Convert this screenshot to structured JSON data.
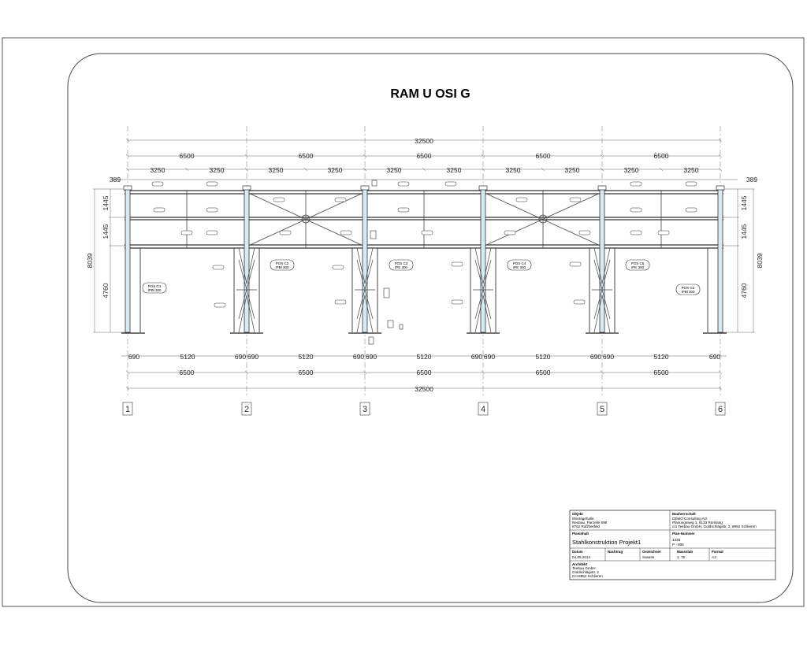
{
  "title": "RAM U OSI G",
  "axes": [
    "1",
    "2",
    "3",
    "4",
    "5",
    "6"
  ],
  "dimensions": {
    "total": "32500",
    "bays": [
      "6500",
      "6500",
      "6500",
      "6500",
      "6500"
    ],
    "halves": [
      "3250",
      "3250",
      "3250",
      "3250",
      "3250",
      "3250",
      "3250",
      "3250",
      "3250",
      "3250"
    ],
    "left_offset": "389",
    "right_offset": "389",
    "row_left": [
      "1445",
      "1445"
    ],
    "row_right": [
      "1445",
      "1445"
    ],
    "height_total_left": "8039",
    "height_total_right": "8039",
    "height_lower_left": "4760",
    "height_lower_right": "4760",
    "bottom_segments": [
      "690",
      "5120",
      "690",
      "690",
      "5120",
      "690",
      "690",
      "5120",
      "690",
      "690",
      "5120",
      "690",
      "690",
      "5120",
      "690"
    ]
  },
  "positions": {
    "col1": [
      "POS G1",
      "IPBl 300"
    ],
    "col2": [
      "POS C2",
      "IPBl 300"
    ],
    "col3": [
      "POS C3",
      "IPE 300"
    ],
    "col4": [
      "POS C4",
      "IPE 300"
    ],
    "col5": [
      "POS C5",
      "IPE 300"
    ],
    "col6": [
      "POS G2",
      "IPBl 300"
    ]
  },
  "title_block": {
    "object_label": "Objekt",
    "object_lines": [
      "Montagehalle",
      "Neubau, Parzelle 698",
      "8762 Rafzberfeld"
    ],
    "client_label": "Bauherrschaft",
    "client_lines": [
      "DEMO Consulting AG",
      "Planungsweg 1, 8133 Rümlang",
      "c/o Teebau GmbH, Goldschlägistr. 2, 8952 Schlieren"
    ],
    "content_label": "Planinhalt",
    "content_value": "Stahlkonstruktion Projekt1",
    "planno_label": "Plan-Nummer",
    "planno_lines": [
      "1425",
      "P - 006"
    ],
    "date_label": "Datum",
    "date_value": "04.05.2014",
    "revision_label": "Nachtrag",
    "drawn_label": "Gezeichnet",
    "drawn_value": "Saxarsi",
    "scale_label": "Massstab",
    "scale_value": "1: 75",
    "format_label": "Format",
    "format_value": "A3",
    "author_label": "Architekt",
    "author_lines": [
      "Teebau GmbH",
      "Goldschlägistr. 2",
      "CH-8952 Schlieren"
    ]
  }
}
